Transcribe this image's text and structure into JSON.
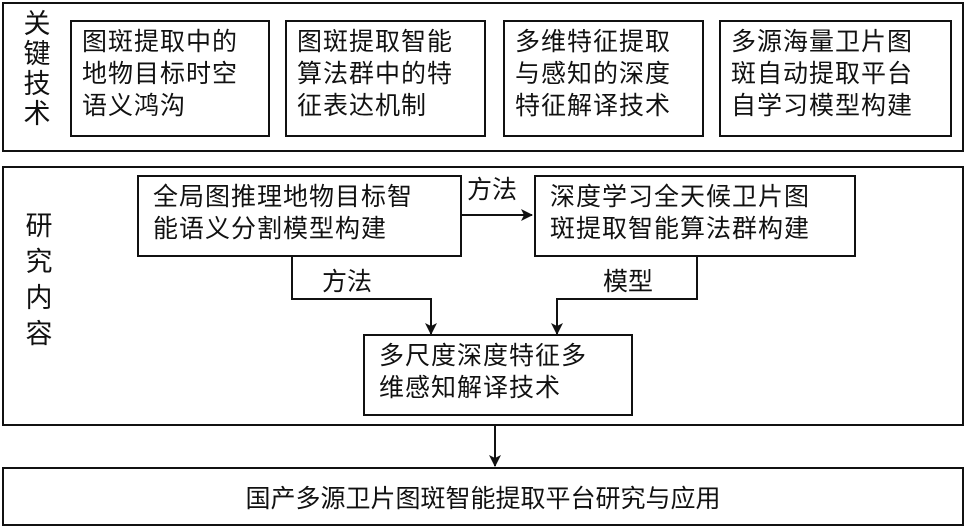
{
  "key_tech": {
    "label_chars": [
      "关",
      "键",
      "技",
      "术"
    ],
    "items": [
      {
        "lines": [
          "图斑提取中的",
          "地物目标时空",
          "语义鸿沟"
        ]
      },
      {
        "lines": [
          "图斑提取智能",
          "算法群中的特",
          "征表达机制"
        ]
      },
      {
        "lines": [
          "多维特征提取",
          "与感知的深度",
          "特征解译技术"
        ]
      },
      {
        "lines": [
          "多源海量卫片图",
          "斑自动提取平台",
          "自学习模型构建"
        ]
      }
    ]
  },
  "research": {
    "label_chars": [
      "研",
      "究",
      "内",
      "容"
    ],
    "node_a": {
      "lines": [
        "全局图推理地物目标智",
        "能语义分割模型构建"
      ]
    },
    "node_b": {
      "lines": [
        "深度学习全天候卫片图",
        "斑提取智能算法群构建"
      ]
    },
    "node_c": {
      "lines": [
        "多尺度深度特征多",
        "维感知解译技术"
      ]
    },
    "edges": {
      "a_to_b": "方法",
      "a_to_c": "方法",
      "b_to_c": "模型"
    }
  },
  "final": {
    "text": "国产多源卫片图斑智能提取平台研究与应用"
  }
}
